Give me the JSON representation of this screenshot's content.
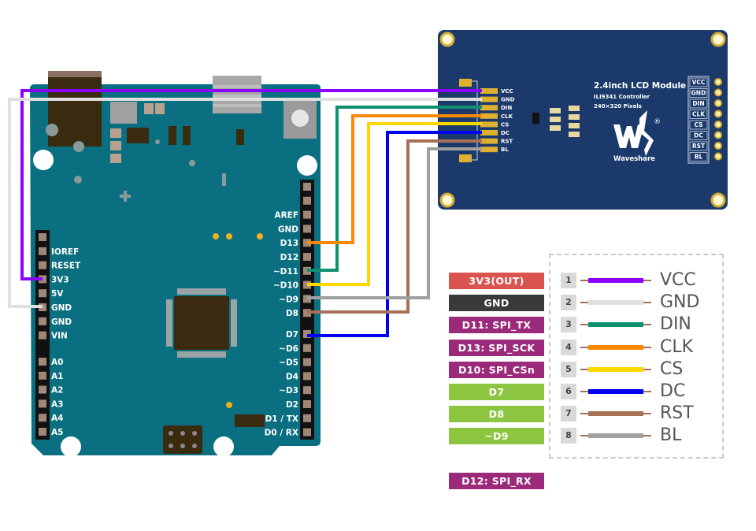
{
  "colors": {
    "board": "#0a6f80",
    "lcd_board": "#1b3a6b",
    "wire_vcc": "#8b00ff",
    "wire_gnd": "#e0e0e0",
    "wire_din": "#0f9170",
    "wire_clk": "#ff8800",
    "wire_cs": "#ffd800",
    "wire_dc": "#0000ee",
    "wire_rst": "#a87055",
    "wire_bl": "#a0a0a0"
  },
  "arduino": {
    "left_header": [
      "",
      "IOREF",
      "RESET",
      "3V3",
      "5V",
      "GND",
      "GND",
      "VIN"
    ],
    "analog_header": [
      "A0",
      "A1",
      "A2",
      "A3",
      "A4",
      "A5"
    ],
    "right_header_top": [
      "",
      "",
      "AREF",
      "GND",
      "D13",
      "D12",
      "~D11",
      "~D10",
      "~D9",
      "D8"
    ],
    "right_header_bottom": [
      "D7",
      "~D6",
      "~D5",
      "D4",
      "~D3",
      "D2",
      "D1 / TX",
      "D0 / RX"
    ]
  },
  "lcd": {
    "title": "2.4inch LCD Module",
    "controller": "ILI9341 Controller",
    "resolution": "240×320 Pixels",
    "brand": "Waveshare",
    "registered_mark": "®",
    "connector_pins": [
      "VCC",
      "GND",
      "DIN",
      "CLK",
      "CS",
      "DC",
      "RST",
      "BL"
    ],
    "side_pins": [
      "VCC",
      "GND",
      "DIN",
      "CLK",
      "CS",
      "DC",
      "RST",
      "BL"
    ]
  },
  "legend": {
    "arduino_pins": [
      {
        "label": "3V3(OUT)",
        "color": "#d9534f"
      },
      {
        "label": "GND",
        "color": "#3a3a3a"
      },
      {
        "label": "D11: SPI_TX",
        "color": "#9b2a7a"
      },
      {
        "label": "D13: SPI_SCK",
        "color": "#9b2a7a"
      },
      {
        "label": "D10: SPI_CSn",
        "color": "#9b2a7a"
      },
      {
        "label": "D7",
        "color": "#8cc640"
      },
      {
        "label": "D8",
        "color": "#8cc640"
      },
      {
        "label": "~D9",
        "color": "#8cc640"
      }
    ],
    "extra_pin": {
      "label": "D12: SPI_RX",
      "color": "#9b2a7a"
    },
    "lcd_pins": [
      {
        "num": "1",
        "name": "VCC",
        "wire": "#8b00ff"
      },
      {
        "num": "2",
        "name": "GND",
        "wire": "#e0e0e0"
      },
      {
        "num": "3",
        "name": "DIN",
        "wire": "#0f9170"
      },
      {
        "num": "4",
        "name": "CLK",
        "wire": "#ff8800"
      },
      {
        "num": "5",
        "name": "CS",
        "wire": "#ffd800"
      },
      {
        "num": "6",
        "name": "DC",
        "wire": "#0000ee"
      },
      {
        "num": "7",
        "name": "RST",
        "wire": "#a87055"
      },
      {
        "num": "8",
        "name": "BL",
        "wire": "#a0a0a0"
      }
    ]
  }
}
